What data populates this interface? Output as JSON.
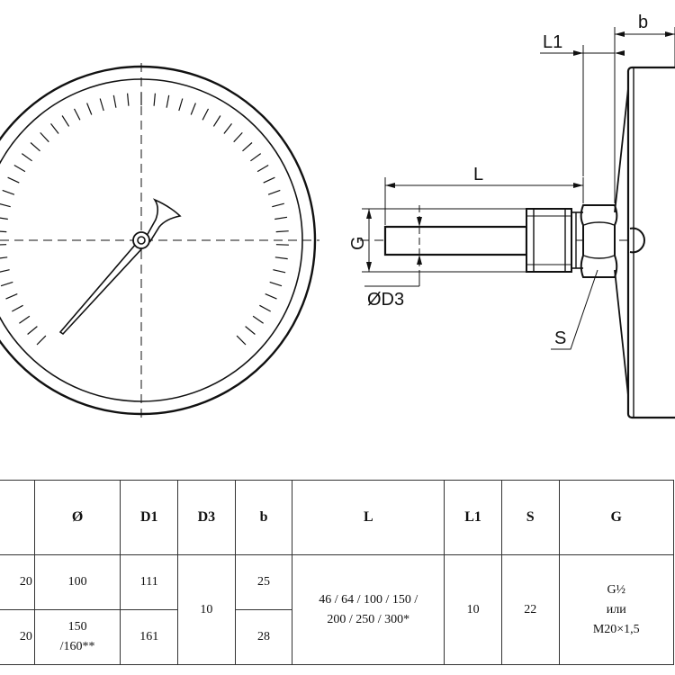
{
  "dimension_labels": {
    "L1": "L1",
    "b": "b",
    "L": "L",
    "G": "G",
    "D3": "ØD3",
    "S": "S"
  },
  "table": {
    "headers": [
      "",
      "Ø",
      "D1",
      "D3",
      "b",
      "L",
      "L1",
      "S",
      "G"
    ],
    "row1": {
      "code": "20",
      "diameter": "100",
      "d1": "111",
      "b": "25"
    },
    "row2": {
      "code": "20",
      "diameter_line1": "150",
      "diameter_line2": "/160**",
      "d1": "161",
      "b": "28"
    },
    "shared": {
      "d3": "10",
      "l_line1": "46 / 64 / 100 / 150 /",
      "l_line2": "200 / 250 / 300*",
      "l1": "10",
      "s": "22",
      "g_line1": "G½",
      "g_line2": "или",
      "g_line3": "M20×1,5"
    }
  }
}
